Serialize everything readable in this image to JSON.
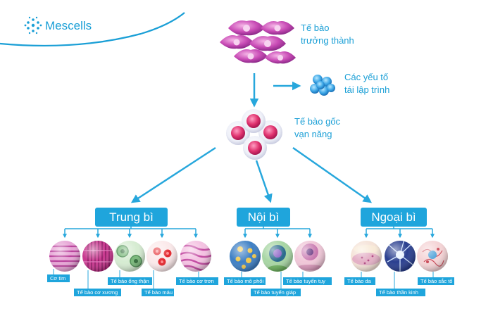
{
  "brand": {
    "name": "Mescells",
    "color": "#1a9fd6",
    "logo_icon": "mescells-cell-cluster-icon"
  },
  "colors": {
    "accent": "#1a9fd6",
    "arrow": "#27a7dc",
    "box": "#1fa5dc"
  },
  "nodes": {
    "mature_cell": {
      "line1": "Tế bào",
      "line2": "trưởng thành"
    },
    "reprogramming_factors": {
      "line1": "Các yếu tố",
      "line2": "tái lập trình"
    },
    "stem_cell": {
      "line1": "Tế bào gốc",
      "line2": "vạn năng"
    }
  },
  "germ_layers": {
    "mesoderm": "Trung bì",
    "endoderm": "Nội bì",
    "ectoderm": "Ngoại bì"
  },
  "cells": {
    "heart_muscle": "Cơ tim",
    "skeletal_muscle": "Tế bào cơ xương",
    "kidney_tubule": "Tế bào ống thận",
    "blood": "Tế bào máu",
    "smooth_muscle": "Tế bào cơ trơn",
    "embryonic_tissue": "Tế bào mô phổi",
    "thyroid": "Tế bào tuyến giáp",
    "pancreas": "Tế bào tuyến tụy",
    "skin": "Tế bào da",
    "neuron": "Tế bào thần kinh",
    "pigment": "Tế bào sắc tố"
  }
}
